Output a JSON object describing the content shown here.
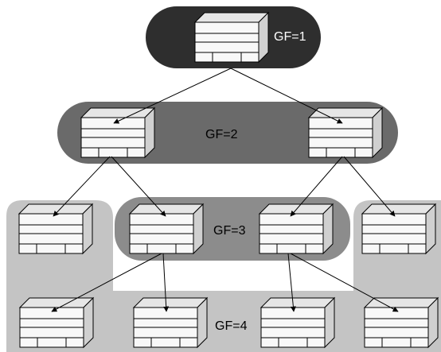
{
  "levels": {
    "gf1": {
      "label": "GF=1",
      "color": "#2e2e2e",
      "text_color": "#ffffff"
    },
    "gf2": {
      "label": "GF=2",
      "color": "#6a6a6a",
      "text_color": "#000000"
    },
    "gf3": {
      "label": "GF=3",
      "color": "#8c8c8c",
      "text_color": "#000000"
    },
    "gf4": {
      "label": "GF=4",
      "color": "#c4c4c4",
      "text_color": "#000000"
    }
  },
  "node_icon": "server-chassis-icon",
  "node_count": 11,
  "edge_count": 10
}
